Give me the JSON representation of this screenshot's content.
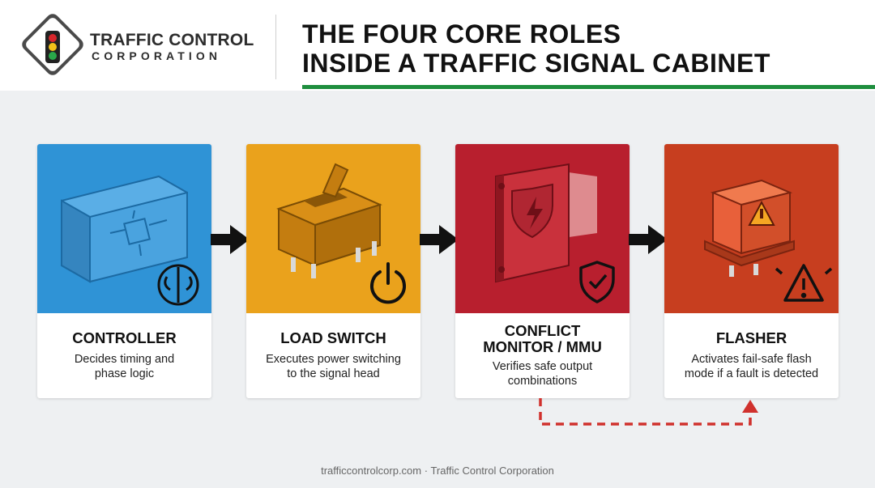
{
  "header": {
    "brand_line1": "TRAFFIC CONTROL",
    "brand_line2": "CORPORATION",
    "title_line1": "THE FOUR CORE ROLES",
    "title_line2": "INSIDE A TRAFFIC SIGNAL CABINET"
  },
  "cards": [
    {
      "title": "CONTROLLER",
      "desc_line1": "Decides timing and",
      "desc_line2": "phase logic",
      "color": "#2f93d6",
      "icon": "brain-icon"
    },
    {
      "title": "LOAD SWITCH",
      "desc_line1": "Executes power switching",
      "desc_line2": "to the signal head",
      "color": "#eaa21c",
      "icon": "power-icon"
    },
    {
      "title_line1": "CONFLICT",
      "title_line2": "MONITOR / MMU",
      "desc_line1": "Verifies safe output",
      "desc_line2": "combinations",
      "color": "#b81f2e",
      "icon": "shield-check-icon"
    },
    {
      "title": "FLASHER",
      "desc_line1": "Activates fail-safe flash",
      "desc_line2": "mode if a fault is detected",
      "color": "#c73e1f",
      "icon": "warning-icon"
    }
  ],
  "colors": {
    "accent_green": "#1e8e3e",
    "feedback_red": "#d0312d",
    "arrow": "#111111"
  },
  "footer": "trafficcontrolcorp.com · Traffic Control Corporation"
}
